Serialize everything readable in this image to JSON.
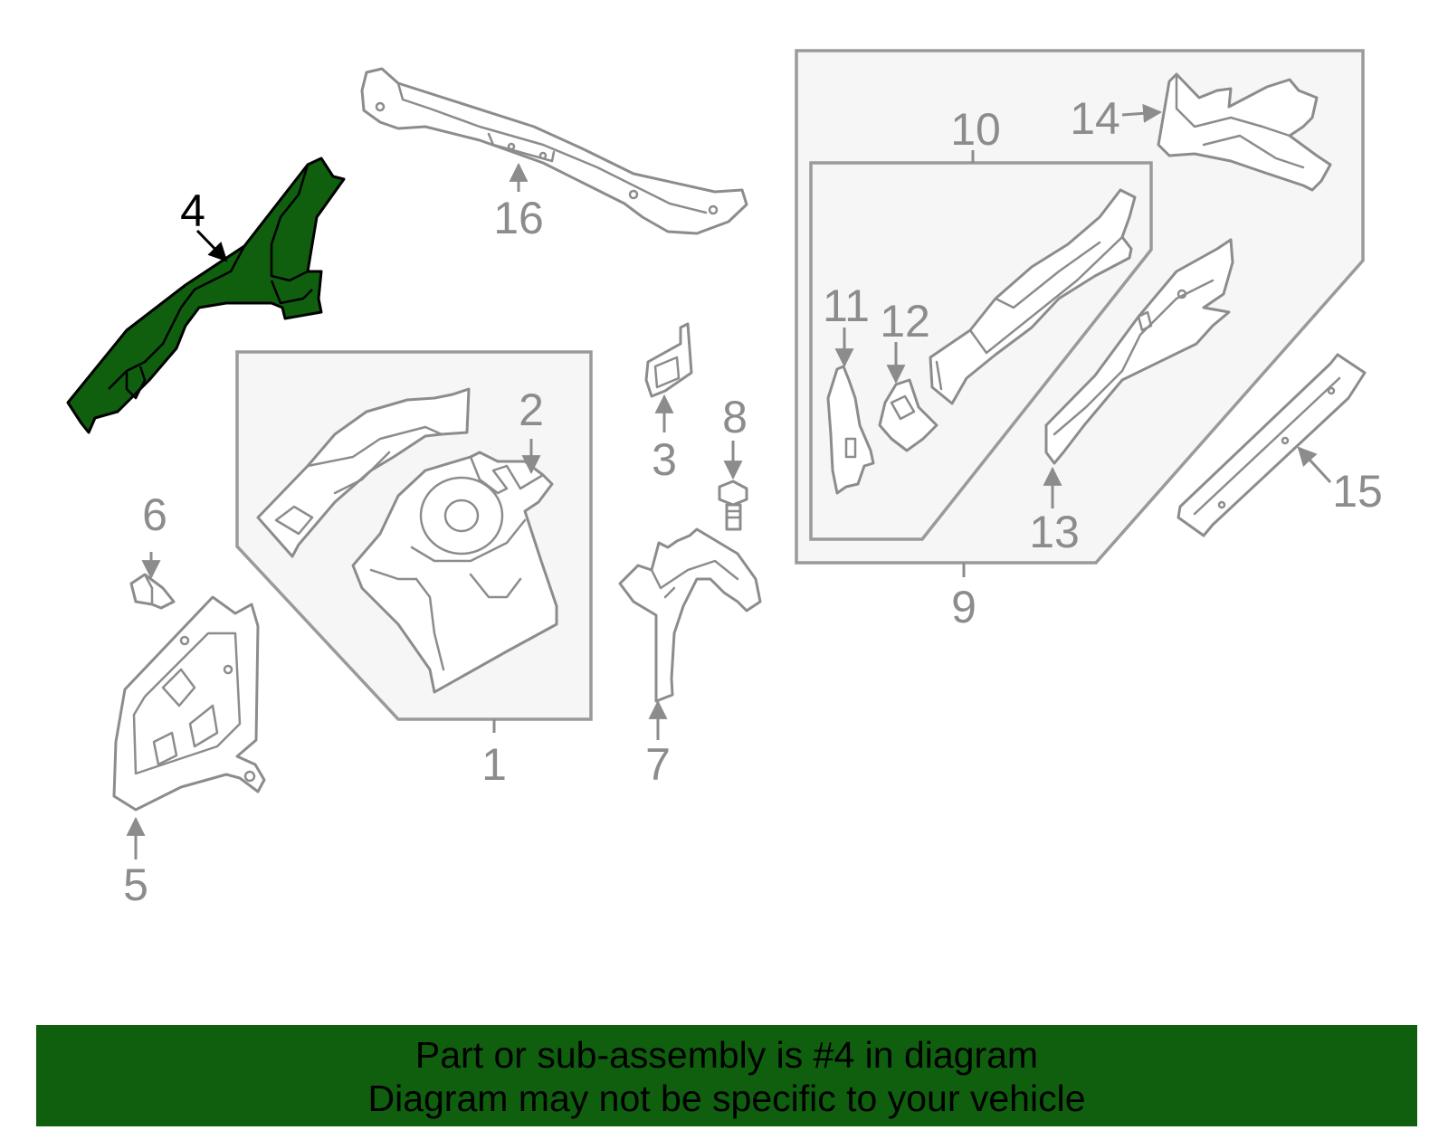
{
  "diagram": {
    "highlight_color": "#0f5f0f",
    "highlighted_part": "4",
    "callouts": [
      "1",
      "2",
      "3",
      "4",
      "5",
      "6",
      "7",
      "8",
      "9",
      "10",
      "11",
      "12",
      "13",
      "14",
      "15",
      "16"
    ]
  },
  "banner": {
    "line1": "Part or sub-assembly is #4 in diagram",
    "line2": "Diagram may not be specific to your vehicle",
    "background": "#0f5f0f"
  }
}
